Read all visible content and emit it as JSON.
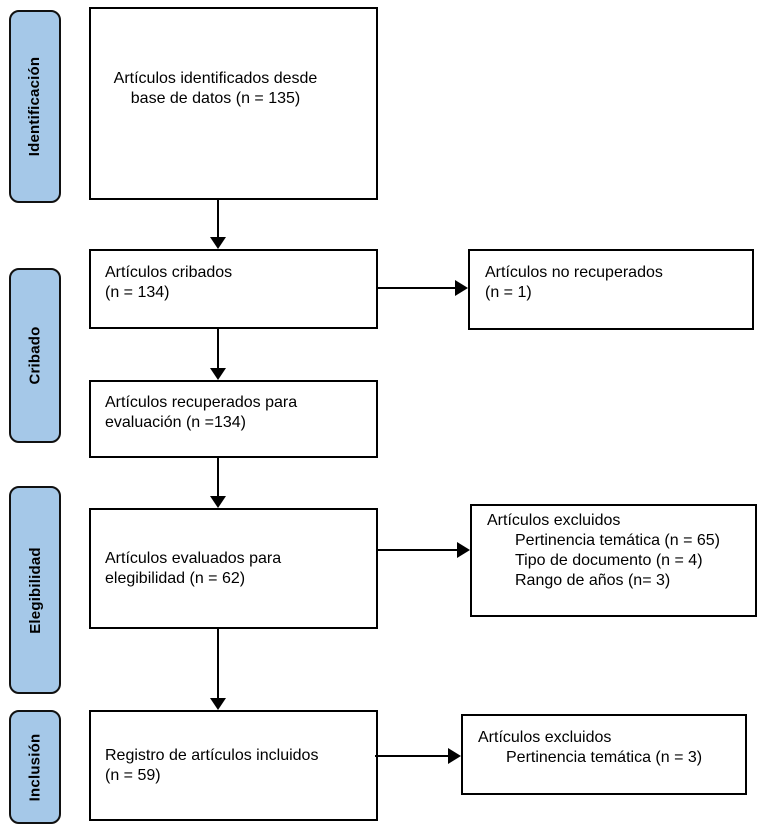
{
  "colors": {
    "stage_fill": "#A5C8E8",
    "stage_border": "#111111",
    "box_border": "#000000",
    "background": "#FFFFFF",
    "text": "#000000"
  },
  "stages": [
    {
      "label": "Identificación"
    },
    {
      "label": "Cribado"
    },
    {
      "label": "Elegibilidad"
    },
    {
      "label": "Inclusión"
    }
  ],
  "nodes": {
    "identified": {
      "lines": [
        "Artículos identificados desde",
        "base de datos (n = 135)"
      ]
    },
    "screened": {
      "lines": [
        "Artículos cribados",
        "(n = 134)"
      ]
    },
    "retrieved": {
      "lines": [
        "Artículos recuperados para",
        "evaluación (n =134)"
      ]
    },
    "assessed": {
      "lines": [
        "Artículos evaluados para",
        "elegibilidad (n = 62)"
      ]
    },
    "included": {
      "lines": [
        "Registro de artículos incluidos",
        "(n = 59)"
      ]
    },
    "not_retrieved": {
      "lines": [
        "Artículos no recuperados",
        "(n = 1)"
      ]
    },
    "excluded_eligibility": {
      "lines": [
        "Artículos excluidos",
        "Pertinencia temática (n = 65)",
        "Tipo de documento (n = 4)",
        "Rango de años (n= 3)"
      ]
    },
    "excluded_inclusion": {
      "lines": [
        "Artículos excluidos",
        "Pertinencia temática (n = 3)"
      ]
    }
  }
}
